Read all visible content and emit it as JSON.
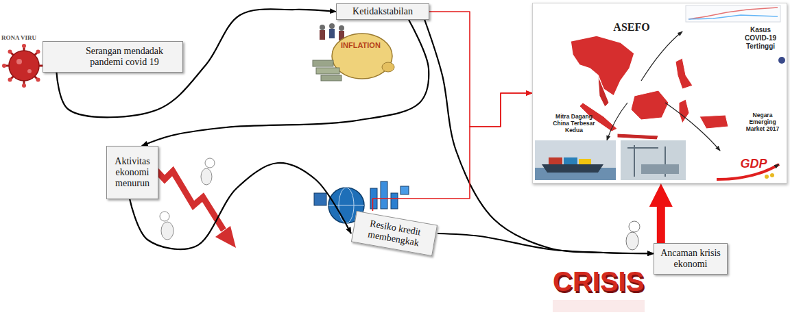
{
  "diagram": {
    "nodes": [
      {
        "text": [
          "Serangan mendadak pandemi covid 19"
        ]
      },
      {
        "text": [
          "Ketidakstabilan"
        ]
      },
      {
        "text": [
          "ASEFO",
          "Kasus COVID-19 Tertinggi",
          "Mitra Dagang China Terbesar Kedua",
          "Negara Emerging Market 2017",
          "GDP"
        ]
      },
      {
        "text": [
          "Aktivitas ekonomi menurun"
        ]
      },
      {
        "text": [
          "Resiko kredit membengkak"
        ]
      },
      {
        "text": [
          "Ancaman krisis ekonomi"
        ]
      }
    ],
    "edges": [
      {
        "from": 0,
        "to": 1,
        "arrow": "to"
      },
      {
        "from": 1,
        "to": 3,
        "arrow": "to"
      },
      {
        "from": 3,
        "to": 4,
        "arrow": "to"
      },
      {
        "from": 1,
        "to": 5,
        "arrow": "to"
      },
      {
        "from": 4,
        "to": 5,
        "arrow": "to"
      },
      {
        "from": 1,
        "to": 2,
        "arrow": "to"
      },
      {
        "from": 4,
        "to": 2,
        "arrow": "to"
      },
      {
        "from": 5,
        "to": 2,
        "arrow": "to"
      }
    ],
    "labels": [
      "RONA VIRU",
      "INFLATION",
      "CRISIS"
    ]
  }
}
